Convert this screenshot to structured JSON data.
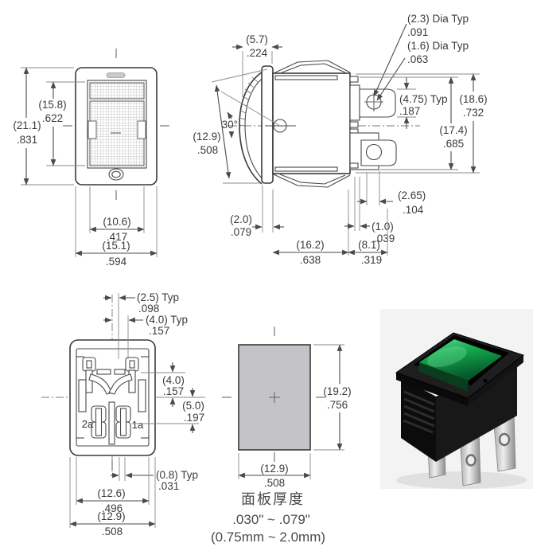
{
  "front": {
    "h_mm": "(21.1)",
    "h_in": ".831",
    "rk_mm": "(15.8)",
    "rk_in": ".622",
    "iw_mm": "(10.6)",
    "iw_in": ".417",
    "w_mm": "(15.1)",
    "w_in": ".594"
  },
  "side": {
    "proj_mm": "(5.7)",
    "proj_in": ".224",
    "angle": "30°",
    "rock_mm": "(12.9)",
    "rock_in": ".508",
    "d1_mm": "(2.3) Dia Typ",
    "d1_in": ".091",
    "d2_mm": "(1.6) Dia Typ",
    "d2_in": ".063",
    "tw_mm": "(4.75) Typ",
    "tw_in": ".187",
    "oh_mm": "(18.6)",
    "oh_in": ".732",
    "ts_mm": "(17.4)",
    "ts_in": ".685",
    "ho_mm": "(2.65)",
    "ho_in": ".104",
    "fl_mm": "(2.0)",
    "fl_in": ".079",
    "bl_mm": "(16.2)",
    "bl_in": ".638",
    "st_mm": "(1.0)",
    "st_in": ".039",
    "tl_mm": "(8.1)",
    "tl_in": ".319"
  },
  "back": {
    "p1_mm": "(2.5) Typ",
    "p1_in": ".098",
    "p2_mm": "(4.0) Typ",
    "p2_in": ".157",
    "r1_mm": "(4.0)",
    "r1_in": ".157",
    "r2_mm": "(5.0)",
    "r2_in": ".197",
    "t2a": "2a",
    "t1a": "1a",
    "sl_mm": "(0.8) Typ",
    "sl_in": ".031",
    "iw_mm": "(12.6)",
    "iw_in": ".496",
    "ow_mm": "(12.9)",
    "ow_in": ".508"
  },
  "cutout": {
    "h_mm": "(19.2)",
    "h_in": ".756",
    "w_mm": "(12.9)",
    "w_in": ".508"
  },
  "notes": {
    "title": "面板厚度",
    "inches": ".030\" ~ .079\"",
    "mm": "(0.75mm ~ 2.0mm)"
  },
  "colors": {
    "cutout_fill": "#c4c4c8",
    "line": "#3a3a3a",
    "rocker_green": "#14a94e",
    "photo_bg": "#f3f3f3"
  }
}
